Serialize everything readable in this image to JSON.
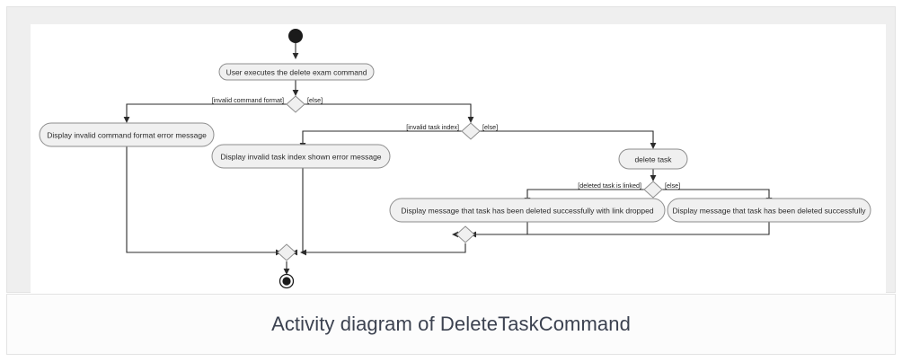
{
  "caption": "Activity diagram of DeleteTaskCommand",
  "diagram": {
    "type": "uml-activity-diagram",
    "nodes": {
      "start": "start-node",
      "end": "end-node",
      "a1": "User executes the delete exam command",
      "a2": "Display invalid command format error message",
      "a3": "Display invalid task index shown error message",
      "a4": "delete task",
      "a5": "Display message that task has been deleted successfully with link dropped",
      "a6": "Display message that task has been deleted successfully"
    },
    "guards": {
      "g1_left": "[invalid command format]",
      "g1_right": "[else]",
      "g2_left": "[invalid task index]",
      "g2_right": "[else]",
      "g3_left": "[deleted task is linked]",
      "g3_right": "[else]"
    },
    "colors": {
      "node_fill": "#f0f0f0",
      "node_stroke": "#8d8d8d",
      "edge": "#2b2b2b",
      "canvas": "#ffffff",
      "frame": "#efefef",
      "caption_text": "#3c4250"
    }
  }
}
